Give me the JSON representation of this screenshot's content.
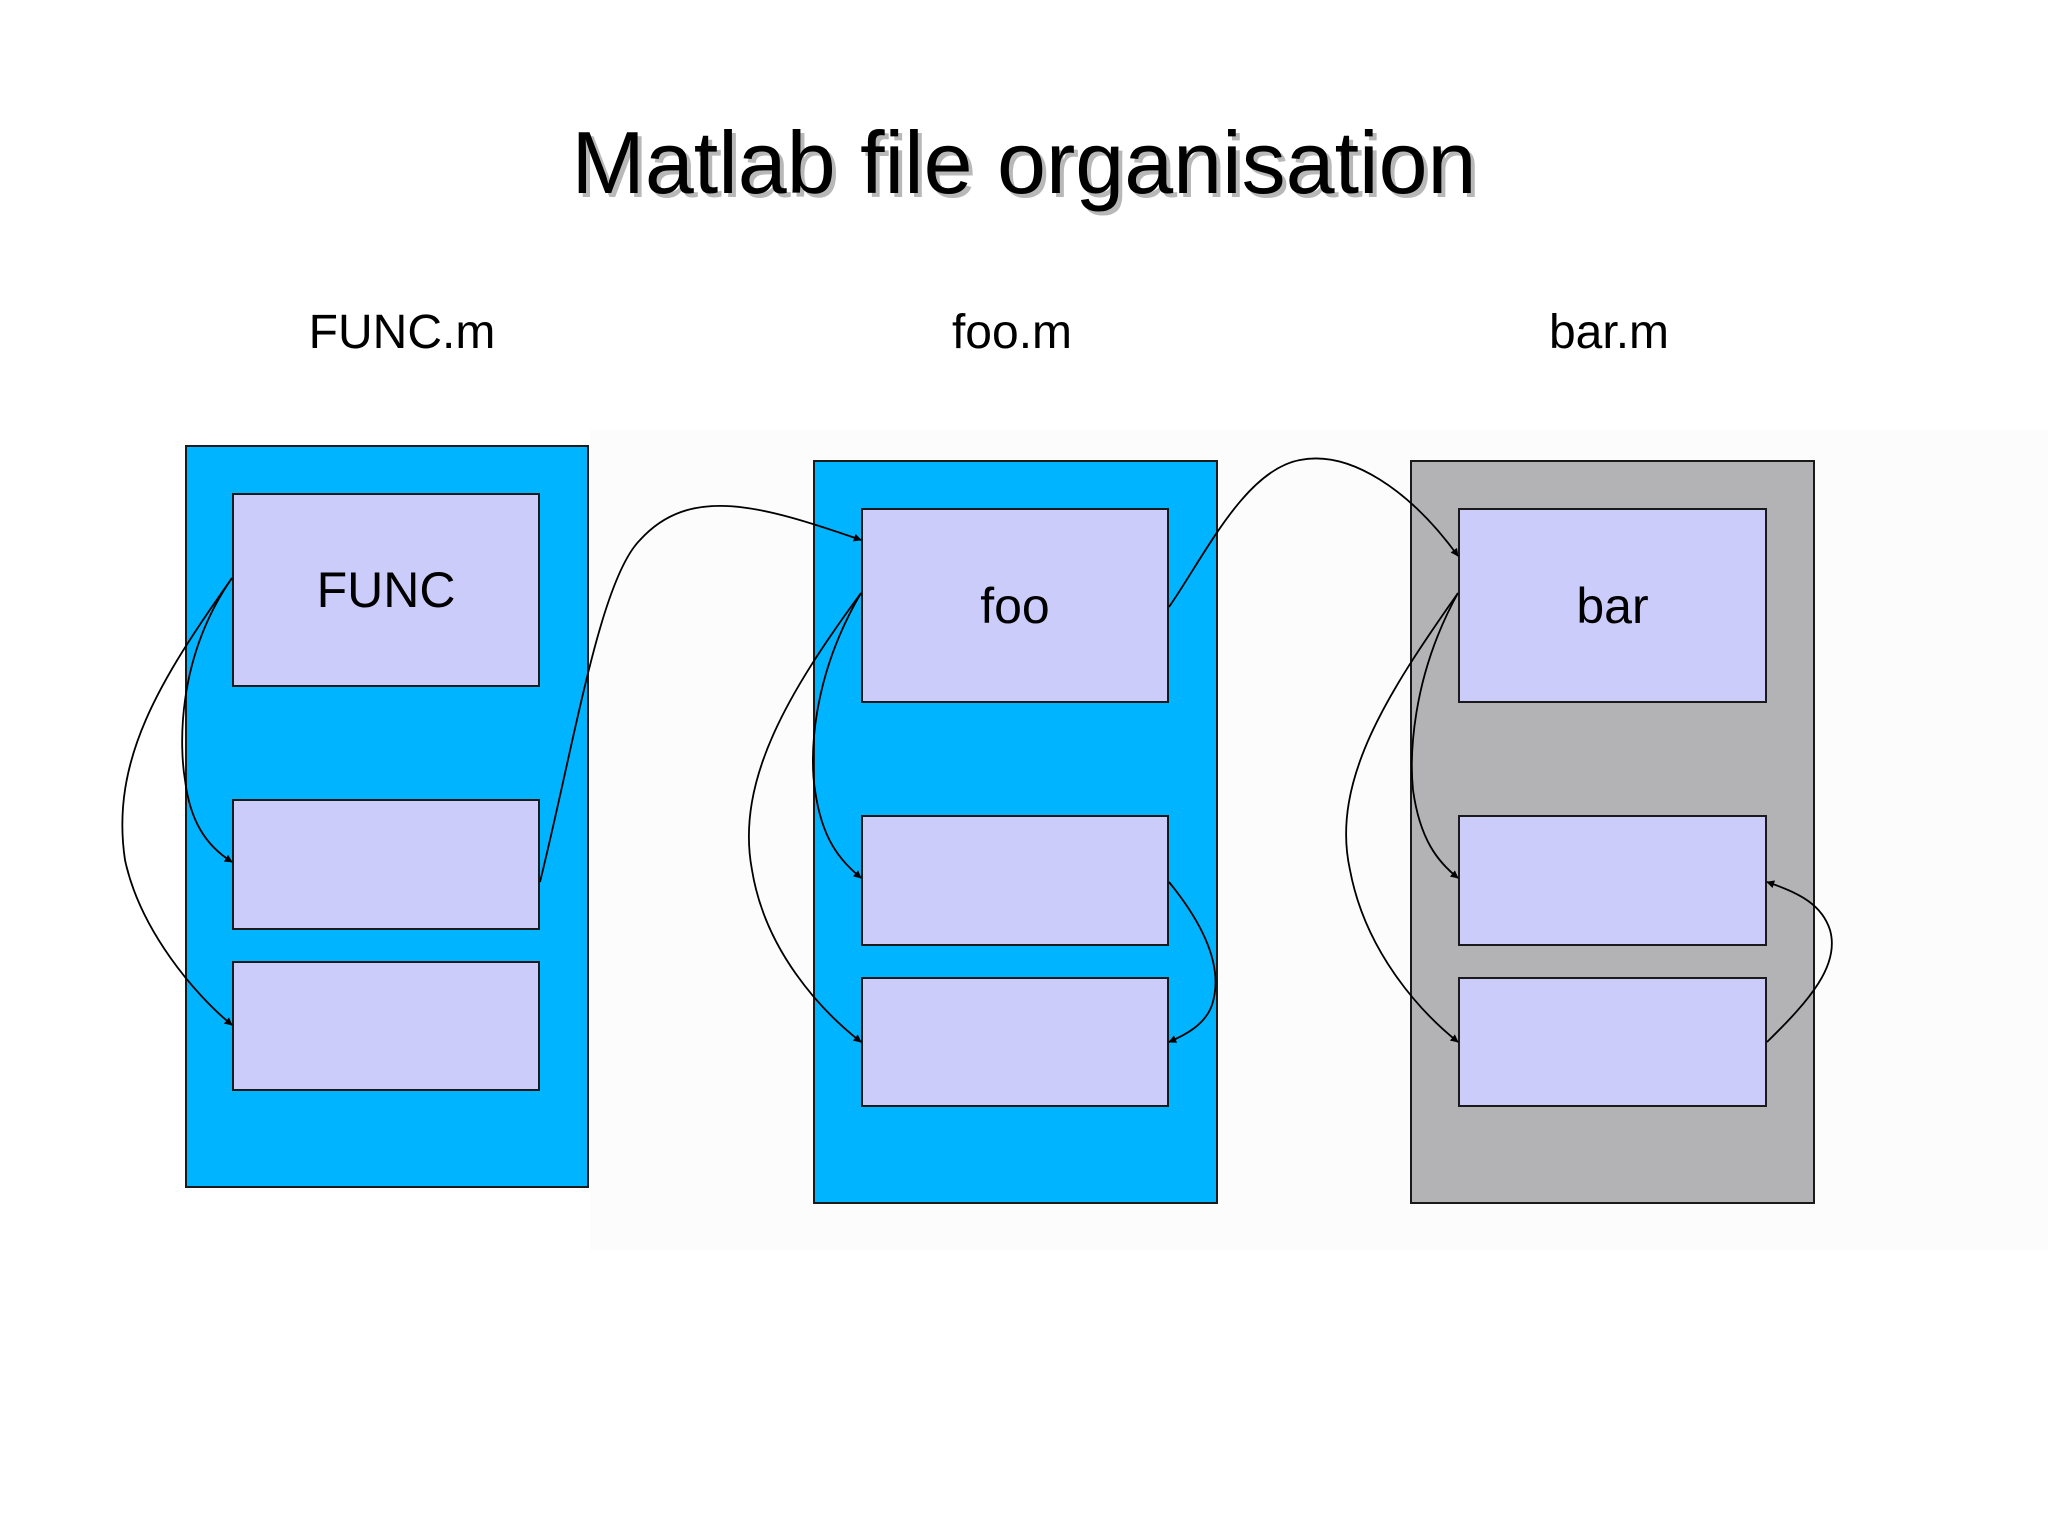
{
  "title": "Matlab file organisation",
  "colors": {
    "panel_blue": "#00b4ff",
    "panel_grey": "#b3b2b4",
    "function_box": "#ccccfb",
    "arrow": "#000000"
  },
  "files": [
    {
      "filename": "FUNC.m",
      "panel_color": "blue",
      "functions": [
        "FUNC",
        "",
        ""
      ]
    },
    {
      "filename": "foo.m",
      "panel_color": "blue",
      "functions": [
        "foo",
        "",
        ""
      ]
    },
    {
      "filename": "bar.m",
      "panel_color": "grey",
      "functions": [
        "bar",
        "",
        ""
      ]
    }
  ],
  "calls": [
    {
      "from": "FUNC.m/main",
      "to": "FUNC.m/sub1"
    },
    {
      "from": "FUNC.m/main",
      "to": "FUNC.m/sub2"
    },
    {
      "from": "FUNC.m/sub1",
      "to": "foo.m/main"
    },
    {
      "from": "foo.m/main",
      "to": "foo.m/sub1"
    },
    {
      "from": "foo.m/main",
      "to": "foo.m/sub2"
    },
    {
      "from": "foo.m/sub1",
      "to": "foo.m/sub2"
    },
    {
      "from": "foo.m/main",
      "to": "bar.m/main"
    },
    {
      "from": "bar.m/main",
      "to": "bar.m/sub1"
    },
    {
      "from": "bar.m/main",
      "to": "bar.m/sub2"
    },
    {
      "from": "bar.m/sub2",
      "to": "bar.m/sub1"
    }
  ]
}
